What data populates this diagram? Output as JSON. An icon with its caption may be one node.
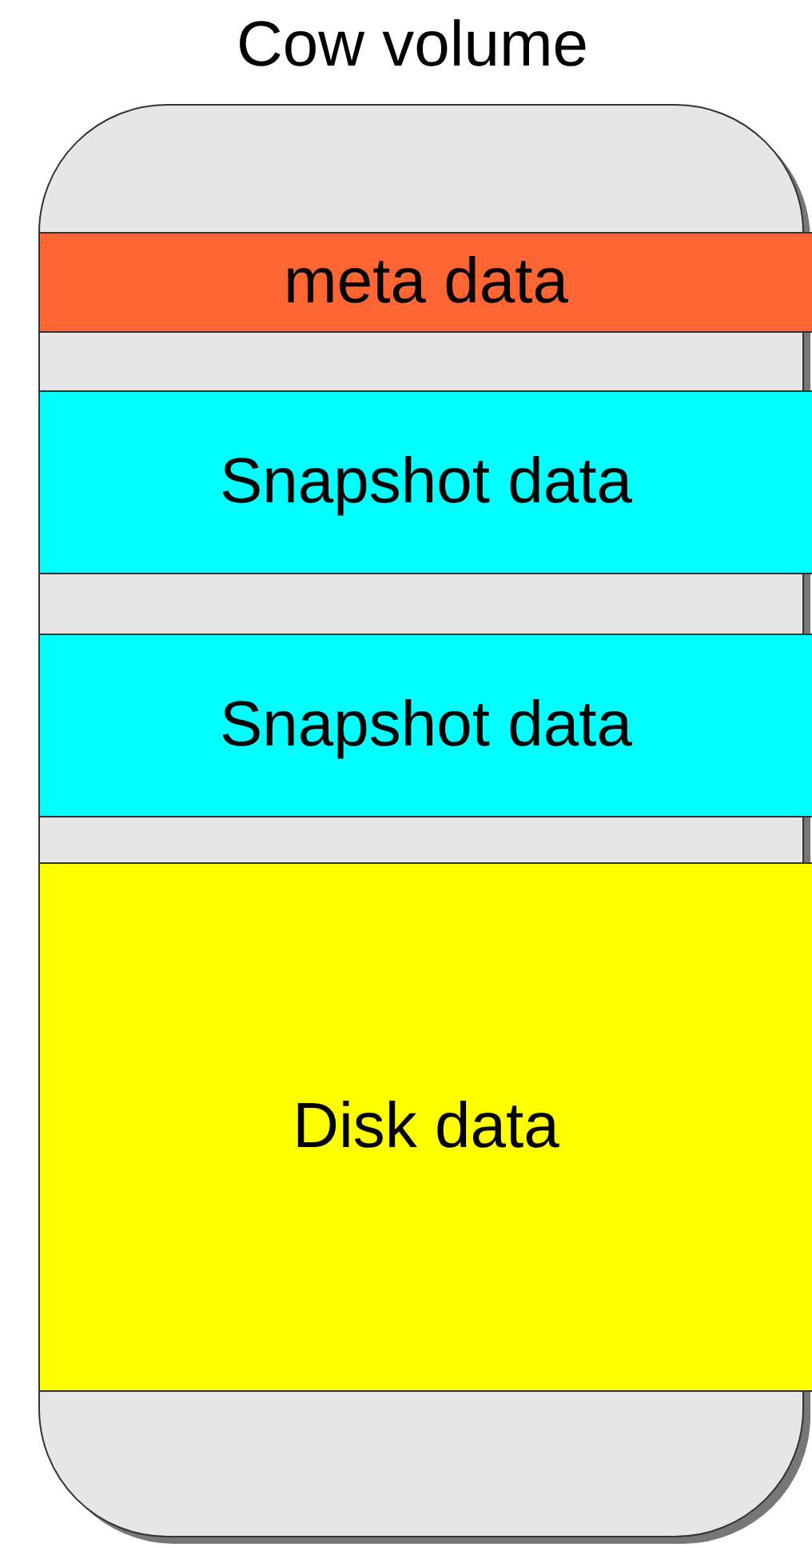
{
  "diagram": {
    "nodes": [
      {
        "text": [
          "Cow volume"
        ]
      },
      {
        "text": [
          "meta data"
        ],
        "in": 0
      },
      {
        "text": [
          "Snapshot data"
        ],
        "in": 0
      },
      {
        "text": [
          "Snapshot data"
        ],
        "in": 0
      },
      {
        "text": [
          "Disk data"
        ],
        "in": 0
      }
    ],
    "edges": []
  }
}
